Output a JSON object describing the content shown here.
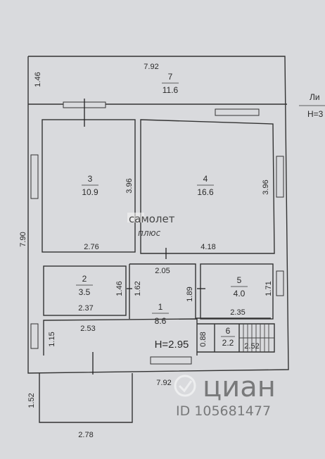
{
  "plan": {
    "rooms": [
      {
        "id": "7",
        "area": "11.6"
      },
      {
        "id": "3",
        "area": "10.9"
      },
      {
        "id": "4",
        "area": "16.6"
      },
      {
        "id": "2",
        "area": "3.5"
      },
      {
        "id": "1",
        "area": "8.6"
      },
      {
        "id": "5",
        "area": "4.0"
      },
      {
        "id": "6",
        "area": "2.2"
      }
    ],
    "dims": {
      "top_width": "7.92",
      "bottom_width": "7.92",
      "terrace_depth": "1.46",
      "left_height": "7.90",
      "r3_height": "3.96",
      "r3_width": "2.76",
      "r4_height": "3.96",
      "r4_width": "4.18",
      "r2_height": "1.46",
      "r2_width": "2.37",
      "r1_width": "2.05",
      "r1_height": "1.62",
      "r1_right": "1.89",
      "r5_height": "1.71",
      "r5_width": "2.35",
      "corridor_width": "2.53",
      "corridor_height": "1.15",
      "r6_width": "0.88",
      "stair_width": "2.52",
      "porch_height": "1.52",
      "porch_width": "2.78"
    },
    "ceiling_height": "H=2.95",
    "side_fragment": {
      "label": "Ли",
      "value": "H=3"
    }
  },
  "watermarks": {
    "samolet": "самолет",
    "plus": "плюс",
    "cian": "циан",
    "cian_id": "ID 105681477"
  }
}
